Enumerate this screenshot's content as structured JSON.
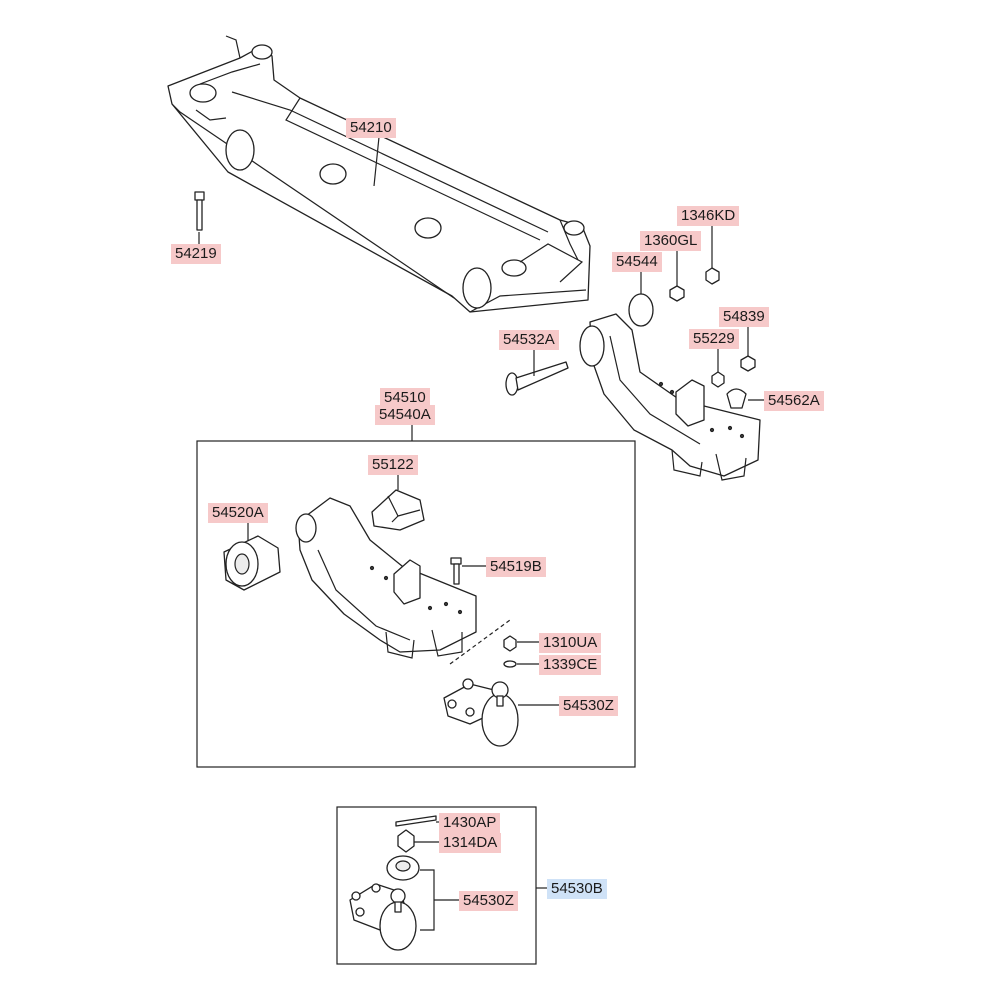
{
  "labels": {
    "p54210": "54210",
    "p54219": "54219",
    "p1346KD": "1346KD",
    "p1360GL": "1360GL",
    "p54544": "54544",
    "p54839": "54839",
    "p55229": "55229",
    "p54532A": "54532A",
    "p54562A": "54562A",
    "p54510": "54510",
    "p54540A": "54540A",
    "p55122": "55122",
    "p54520A": "54520A",
    "p54519B": "54519B",
    "p1310UA": "1310UA",
    "p1339CE": "1339CE",
    "p54530Z_top": "54530Z",
    "p1430AP": "1430AP",
    "p1314DA": "1314DA",
    "p54530Z_bottom": "54530Z",
    "p54530B": "54530B"
  },
  "colors": {
    "part_label_bg": "#f6c9c9",
    "assembly_label_bg": "#cfe2f7",
    "line": "#222222"
  }
}
